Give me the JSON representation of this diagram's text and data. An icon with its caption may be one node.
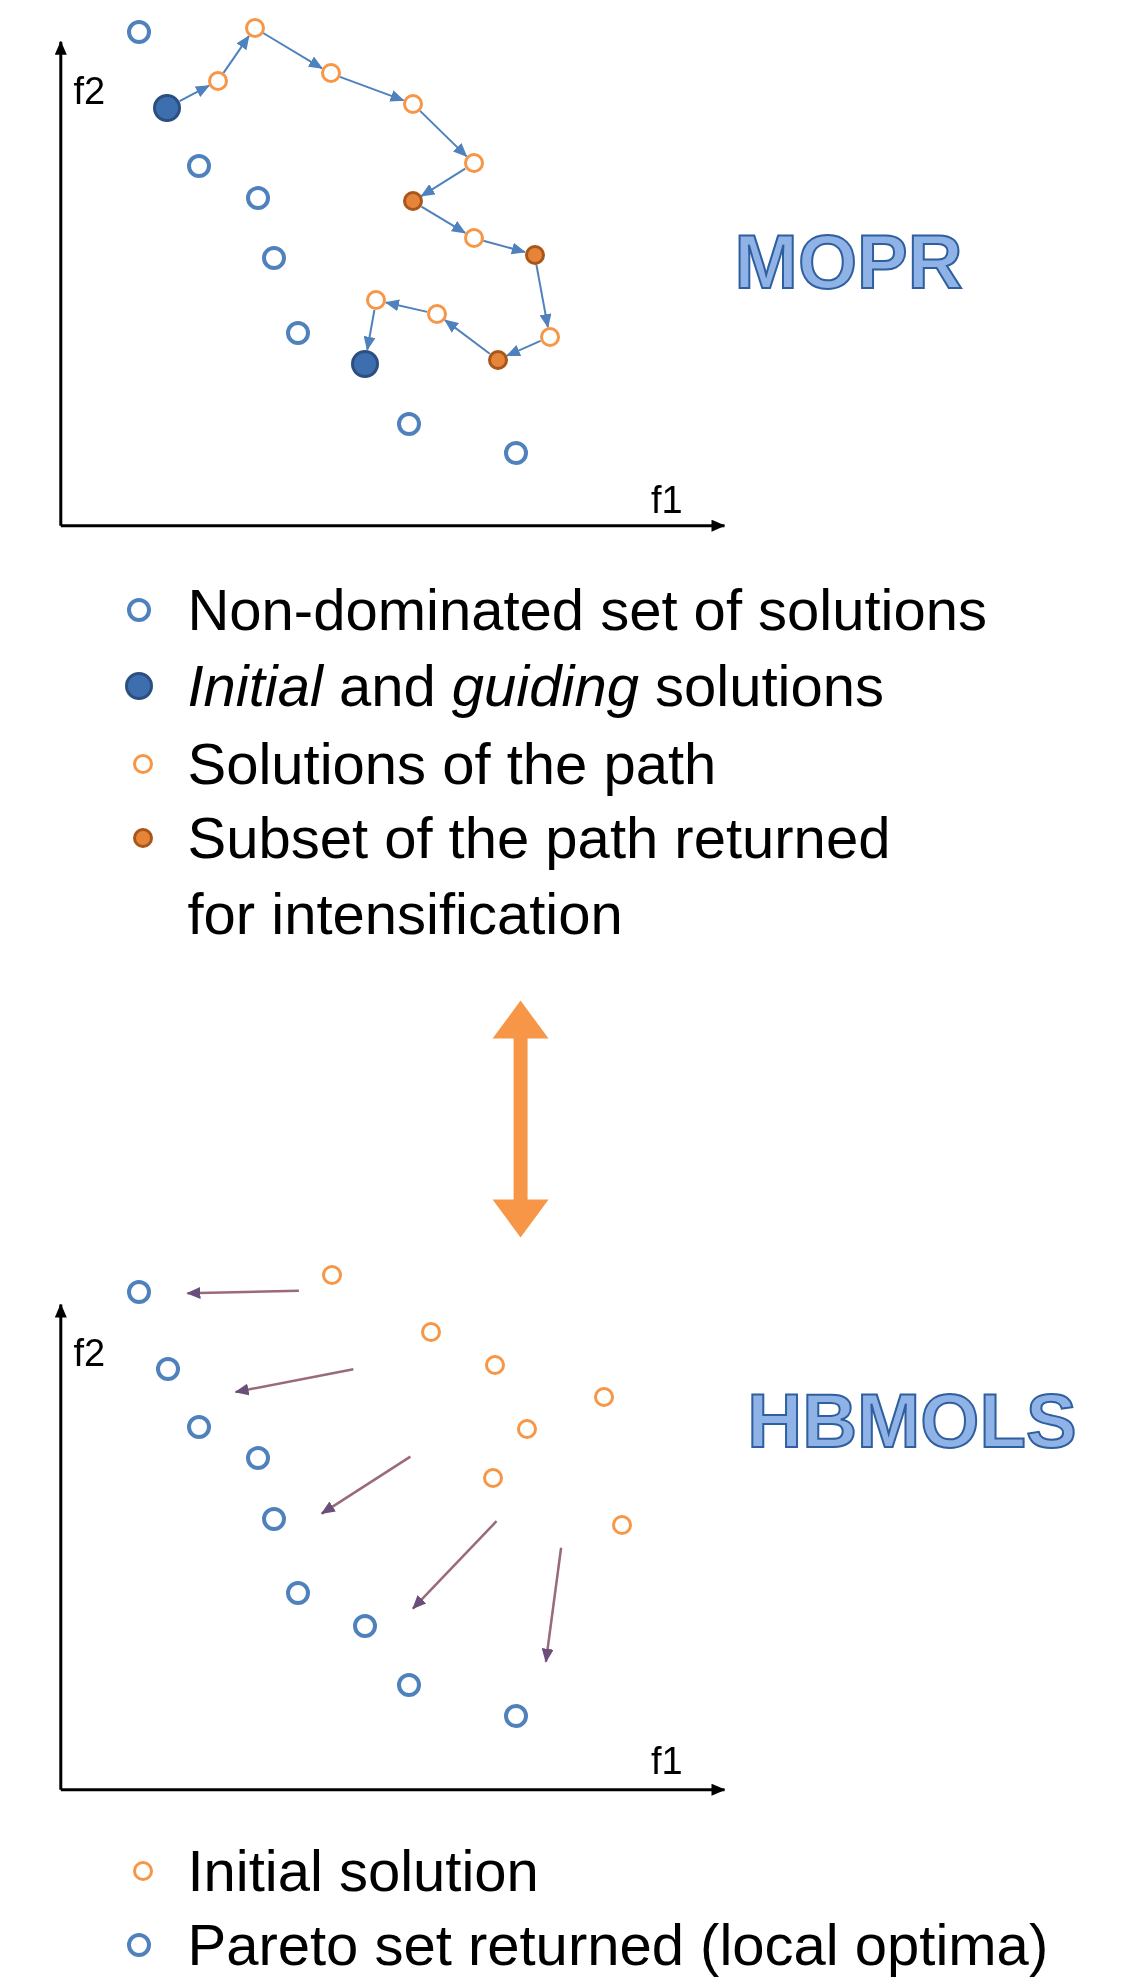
{
  "diagram": {
    "nodes": [
      {
        "text": [],
        "shape": "circle"
      },
      {
        "text": [],
        "shape": "circle"
      },
      {
        "text": [],
        "shape": "circle"
      },
      {
        "text": [],
        "shape": "circle"
      },
      {
        "text": [],
        "shape": "circle"
      },
      {
        "text": [],
        "shape": "circle"
      },
      {
        "text": [],
        "shape": "circle"
      },
      {
        "text": [],
        "shape": "circle"
      },
      {
        "text": [],
        "shape": "circle"
      },
      {
        "text": [],
        "shape": "circle"
      },
      {
        "text": [],
        "shape": "circle"
      },
      {
        "text": [],
        "shape": "circle"
      },
      {
        "text": [],
        "shape": "circle"
      },
      {
        "text": [],
        "shape": "circle"
      },
      {
        "text": [],
        "shape": "circle"
      },
      {
        "text": [],
        "shape": "circle"
      },
      {
        "text": [],
        "shape": "circle"
      },
      {
        "text": [],
        "shape": "circle"
      },
      {
        "text": [],
        "shape": "circle"
      },
      {
        "text": [],
        "shape": "circle"
      },
      {
        "text": [],
        "shape": "circle"
      },
      {
        "text": [],
        "shape": "circle"
      },
      {
        "text": [],
        "shape": "circle"
      },
      {
        "text": [],
        "shape": "circle"
      },
      {
        "text": [],
        "shape": "circle"
      },
      {
        "text": [],
        "shape": "circle"
      },
      {
        "text": [],
        "shape": "circle"
      },
      {
        "text": [],
        "shape": "circle"
      },
      {
        "text": [],
        "shape": "circle"
      },
      {
        "text": [],
        "shape": "circle"
      },
      {
        "text": [],
        "shape": "circle"
      },
      {
        "text": [],
        "shape": "circle"
      },
      {
        "text": [],
        "shape": "circle"
      },
      {
        "text": [],
        "shape": "circle"
      },
      {
        "text": [],
        "shape": "circle"
      },
      {
        "text": [],
        "shape": "circle"
      },
      {
        "text": [],
        "shape": "circle"
      }
    ],
    "edges": [
      {
        "from": 5,
        "to": 3,
        "arrow": "to"
      },
      {
        "from": 3,
        "to": 0,
        "arrow": "to"
      },
      {
        "from": 0,
        "to": 2,
        "arrow": "to"
      },
      {
        "from": 2,
        "to": 4,
        "arrow": "to"
      },
      {
        "from": 4,
        "to": 6,
        "arrow": "to"
      },
      {
        "from": 6,
        "to": 9,
        "arrow": "to"
      },
      {
        "from": 9,
        "to": 10,
        "arrow": "to"
      },
      {
        "from": 10,
        "to": 11,
        "arrow": "to"
      },
      {
        "from": 11,
        "to": 16,
        "arrow": "to"
      },
      {
        "from": 16,
        "to": 17,
        "arrow": "to"
      },
      {
        "from": 17,
        "to": 14,
        "arrow": "to"
      },
      {
        "from": 14,
        "to": 13,
        "arrow": "to"
      },
      {
        "from": 13,
        "to": 18,
        "arrow": "to"
      }
    ],
    "labels": [
      "f2",
      "MOPR",
      "f1",
      "f2",
      "HBMOLS",
      "f1"
    ],
    "legend": [
      {
        "text": "Non-dominated set of solutions"
      },
      {
        "text": "*Initial* and *guiding* solutions"
      },
      {
        "text": "Solutions of the path"
      },
      {
        "text": "Subset of the path returned for intensification"
      },
      {
        "text": "Initial solution"
      },
      {
        "text": "Pareto set returned (local optima)"
      }
    ]
  }
}
